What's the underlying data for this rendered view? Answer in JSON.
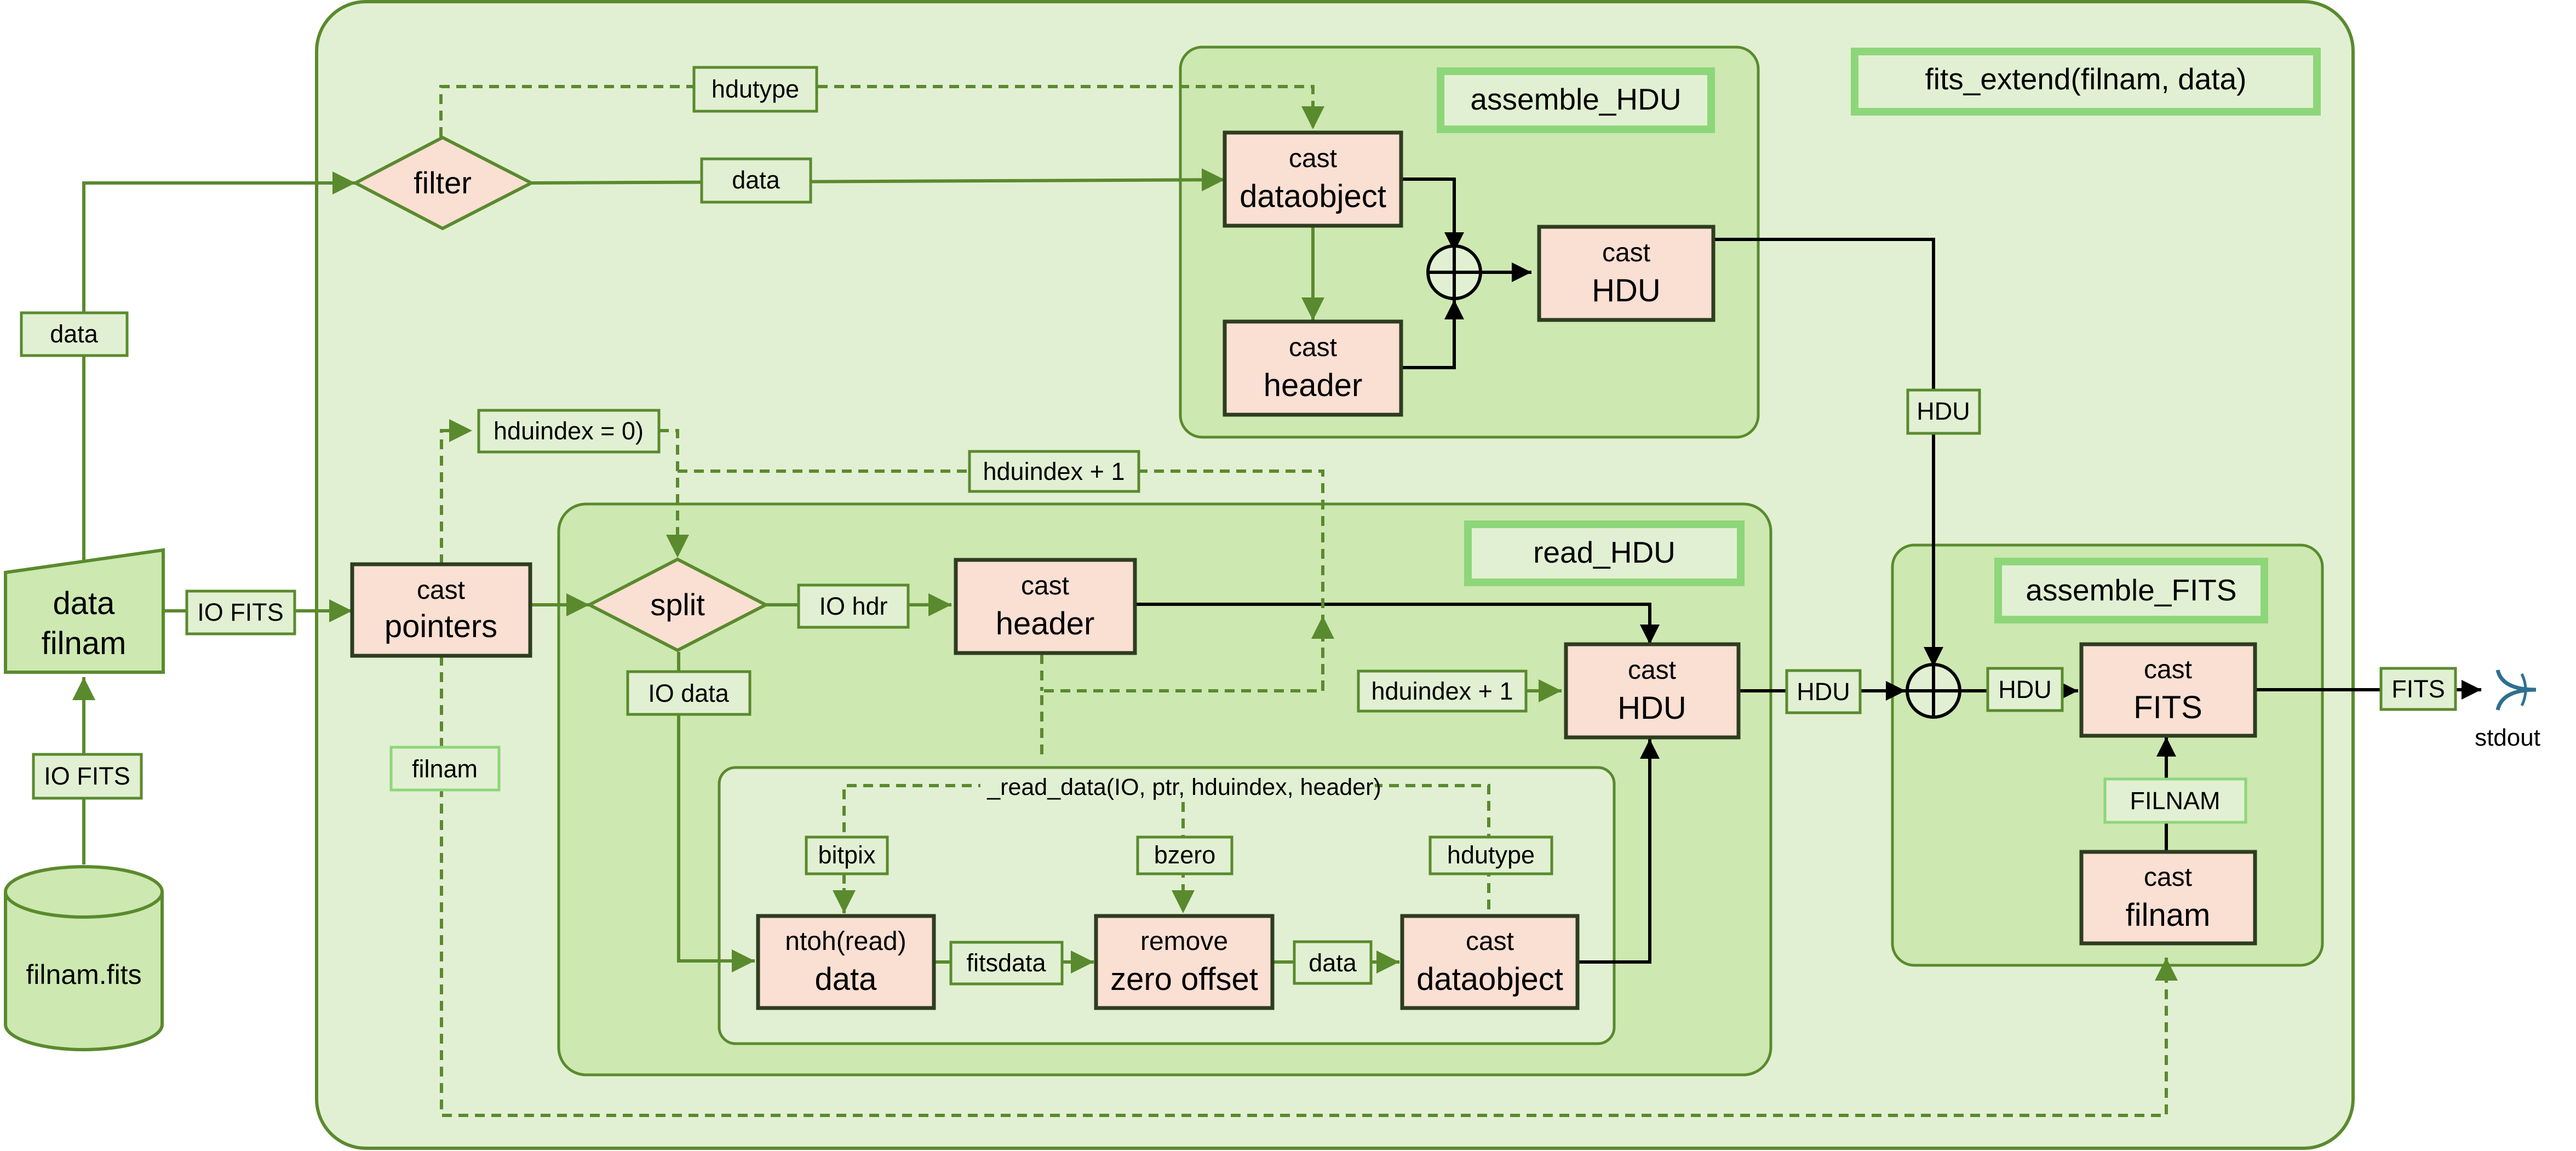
{
  "titles": {
    "main": "fits_extend(filnam, data)",
    "assemble_hdu": "assemble_HDU",
    "read_hdu": "read_HDU",
    "assemble_fits": "assemble_FITS",
    "read_data": "_read_data(IO, ptr, hduindex, header)"
  },
  "input": {
    "manual_line1": "data",
    "manual_line2": "filnam",
    "database": "filnam.fits"
  },
  "processes": {
    "cast_pointers": [
      "cast",
      "pointers"
    ],
    "cast_dataobject_top": [
      "cast",
      "dataobject"
    ],
    "cast_header_top": [
      "cast",
      "header"
    ],
    "cast_hdu_top": [
      "cast",
      "HDU"
    ],
    "cast_header_mid": [
      "cast",
      "header"
    ],
    "cast_hdu_mid": [
      "cast",
      "HDU"
    ],
    "ntoh_data": [
      "ntoh(read)",
      "data"
    ],
    "remove_zero": [
      "remove",
      "zero offset"
    ],
    "cast_dataobject_bot": [
      "cast",
      "dataobject"
    ],
    "cast_fits": [
      "cast",
      "FITS"
    ],
    "cast_filnam": [
      "cast",
      "filnam"
    ]
  },
  "decisions": {
    "filter": "filter",
    "split": "split"
  },
  "labels": {
    "data_left": "data",
    "io_fits_bottom": "IO FITS",
    "io_fits_right": "IO FITS",
    "hdutype_top": "hdutype",
    "data_top": "data",
    "hduindex_init": "hduindex = 0)",
    "hduindex_plus1_top": "hduindex + 1",
    "hdu_vertical": "HDU",
    "io_hdr": "IO hdr",
    "io_data": "IO data",
    "filnam": "filnam",
    "hduindex_plus1_mid": "hduindex + 1",
    "bitpix": "bitpix",
    "bzero": "bzero",
    "hdutype_bot": "hdutype",
    "fitsdata": "fitsdata",
    "data_bot": "data",
    "hdu_right1": "HDU",
    "hdu_right2": "HDU",
    "filnam_caps": "FILNAM",
    "fits_out": "FITS"
  },
  "output": {
    "stdout": "stdout"
  },
  "colors": {
    "outer_fill": "#e1f0d2",
    "inner_fill": "#cde8b1",
    "innermost_fill": "#e1f0d2",
    "border": "#5a8a2e",
    "title_border": "#8ed67a",
    "process_fill": "#fadfd3",
    "process_border": "#2e3d1f",
    "arrow_green": "#5a8a2e",
    "arrow_black": "#000000",
    "label_fill": "#e1f0d2",
    "stdout_blue": "#2e7090"
  }
}
